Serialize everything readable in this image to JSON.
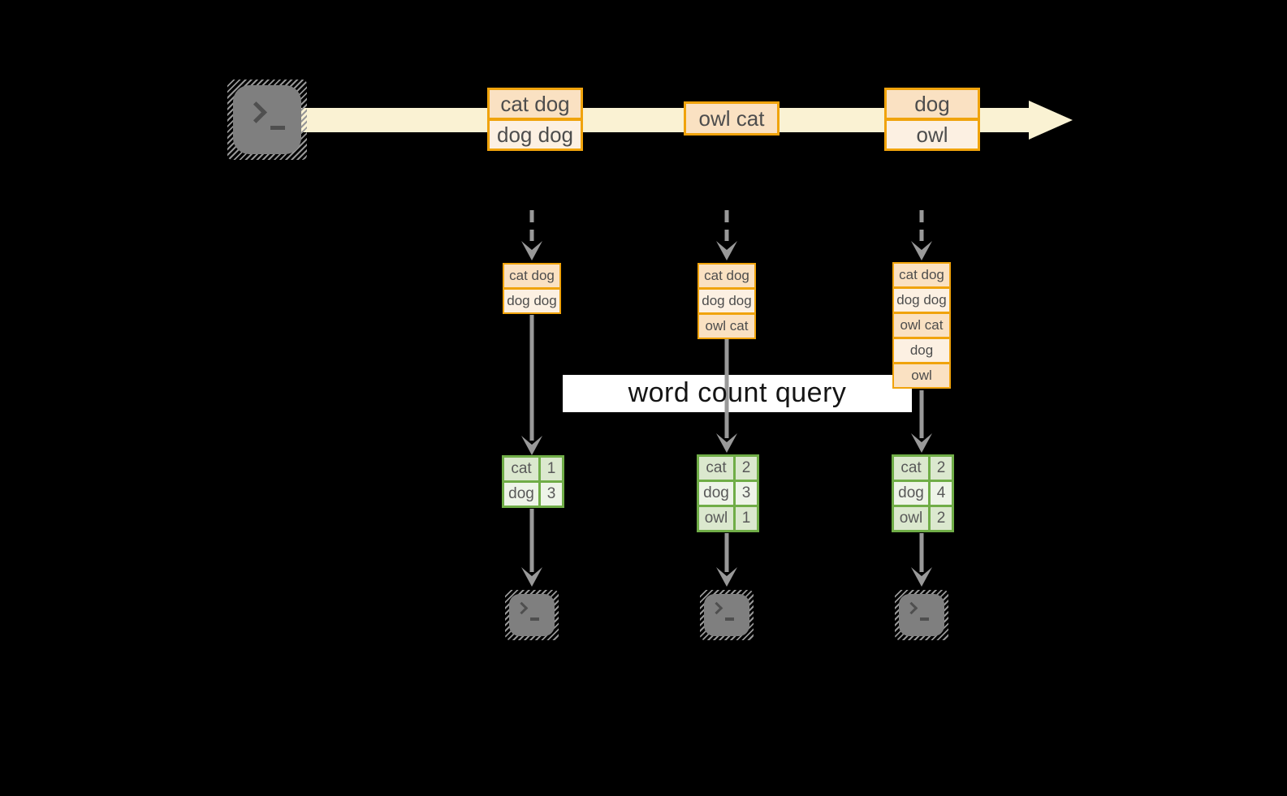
{
  "colors": {
    "background": "#000000",
    "stream_band": "#FAF2D3",
    "orange_border": "#F0A30C",
    "orange_fill_dark": "#FAE1C2",
    "orange_fill_light": "#FCF0E2",
    "green_border": "#70AD47",
    "green_fill_dark": "#DBE8CE",
    "green_fill_light": "#EEF4E8",
    "arrow_gray": "#999999",
    "terminal_gray": "#7F7F7F"
  },
  "stream": {
    "events": [
      {
        "lines": [
          "cat dog",
          "dog dog"
        ]
      },
      {
        "lines": [
          "owl cat"
        ]
      },
      {
        "lines": [
          "dog",
          "owl"
        ]
      }
    ]
  },
  "query": {
    "label": "word count query"
  },
  "columns": [
    {
      "state": [
        "cat dog",
        "dog dog"
      ],
      "counts": [
        {
          "word": "cat",
          "count": "1"
        },
        {
          "word": "dog",
          "count": "3"
        }
      ]
    },
    {
      "state": [
        "cat dog",
        "dog dog",
        "owl cat"
      ],
      "counts": [
        {
          "word": "cat",
          "count": "2"
        },
        {
          "word": "dog",
          "count": "3"
        },
        {
          "word": "owl",
          "count": "1"
        }
      ]
    },
    {
      "state": [
        "cat dog",
        "dog dog",
        "owl cat",
        "dog",
        "owl"
      ],
      "counts": [
        {
          "word": "cat",
          "count": "2"
        },
        {
          "word": "dog",
          "count": "4"
        },
        {
          "word": "owl",
          "count": "2"
        }
      ]
    }
  ]
}
